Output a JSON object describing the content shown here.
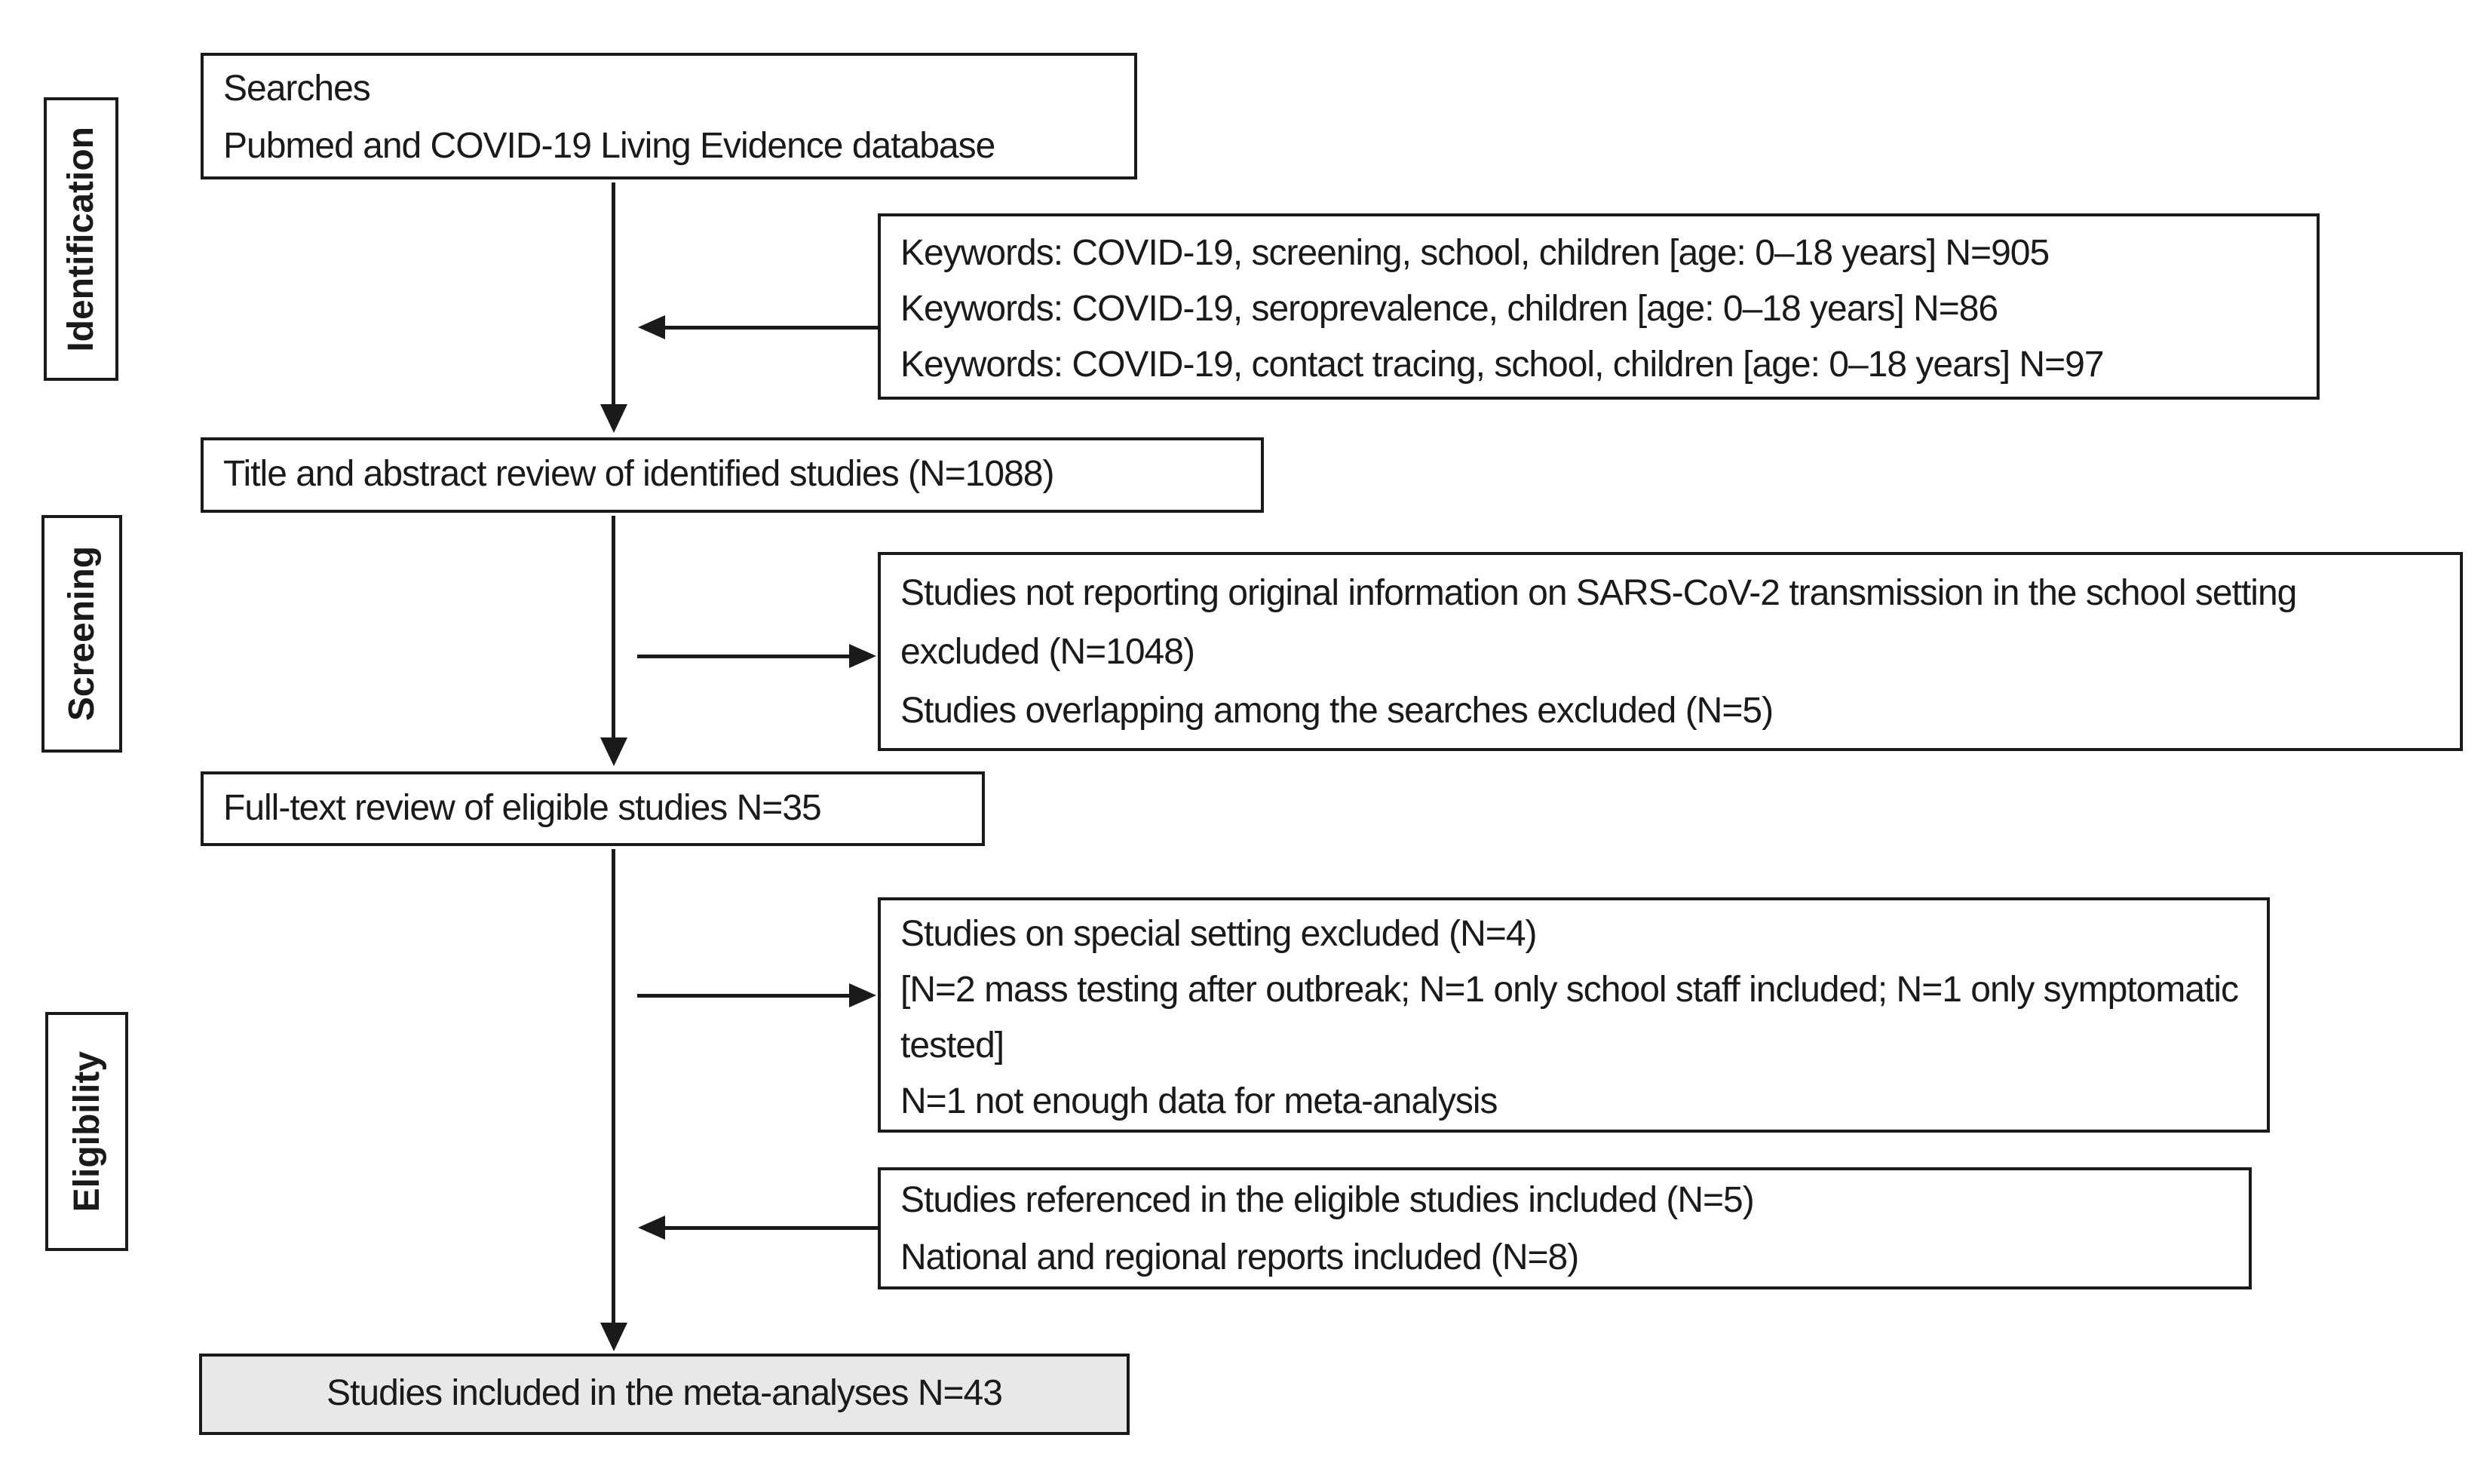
{
  "diagram": {
    "stages": [
      {
        "label": "Identification"
      },
      {
        "label": "Screening"
      },
      {
        "label": "Eligibility"
      }
    ],
    "boxes": {
      "searches": {
        "lines": [
          "Searches",
          "Pubmed and COVID-19 Living Evidence database"
        ]
      },
      "keywords": {
        "lines": [
          "Keywords: COVID-19, screening, school, children [age: 0–18 years] N=905",
          "Keywords: COVID-19, seroprevalence, children [age: 0–18 years] N=86",
          "Keywords: COVID-19, contact tracing, school, children [age: 0–18 years] N=97"
        ]
      },
      "title_review": {
        "text": "Title and abstract review of identified studies (N=1088)"
      },
      "screening_excluded": {
        "lines": [
          "Studies not reporting original information on SARS-CoV-2 transmission in the school setting excluded (N=1048)",
          "Studies overlapping among the searches excluded (N=5)"
        ]
      },
      "fulltext_review": {
        "text": "Full-text review of eligible studies N=35"
      },
      "special_excluded": {
        "lines": [
          "Studies on special setting excluded (N=4)",
          "[N=2 mass testing after outbreak; N=1 only school staff included; N=1 only symptomatic tested]",
          "N=1 not enough data for meta-analysis"
        ]
      },
      "referenced_included": {
        "lines": [
          "Studies referenced in the eligible studies included (N=5)",
          "National and regional reports included (N=8)"
        ]
      },
      "included_final": {
        "text": "Studies included in the meta-analyses N=43"
      }
    },
    "colors": {
      "background": "#ffffff",
      "border": "#1a1a1a",
      "text": "#1a1a1a",
      "final_box_bg": "#e8e8e8"
    }
  }
}
